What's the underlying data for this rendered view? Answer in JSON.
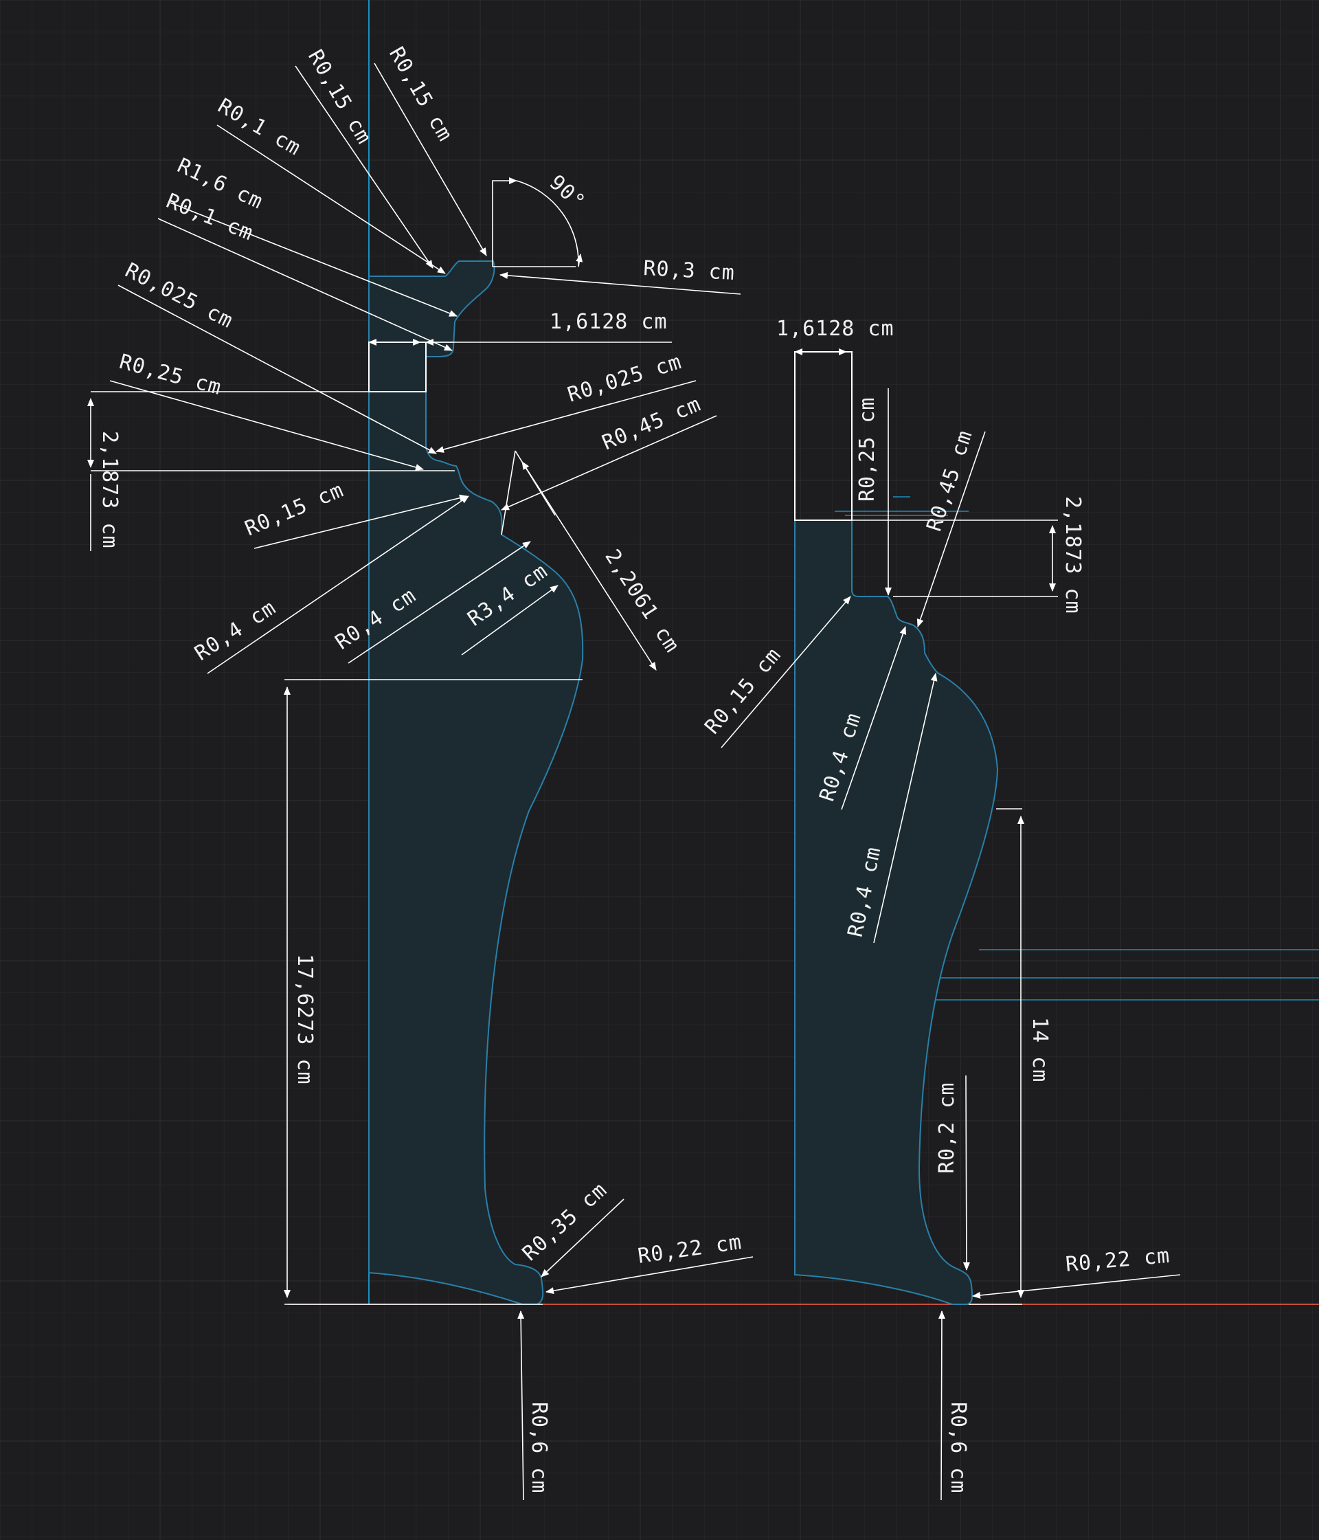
{
  "colors": {
    "background": "#1d1d1f",
    "grid_minor": "#262628",
    "grid_major": "#2f2f32",
    "profile_fill": "#1b2b31",
    "profile_stroke": "#2a7fa8",
    "guide_line": "#1a8fc0",
    "ground_line": "#c44f3a",
    "dimension": "#ffffff"
  },
  "left_profile": {
    "labels": {
      "r_015_a": "R0,15 cm",
      "r_015_b": "R0,15 cm",
      "r_01_a": "R0,1 cm",
      "r_16": "R1,6 cm",
      "r_01_b": "R0,1 cm",
      "r_0025_a": "R0,025 cm",
      "r_025": "R0,25 cm",
      "angle_90": "90°",
      "r_03": "R0,3 cm",
      "width_16128": "1,6128 cm",
      "r_0025_b": "R0,025 cm",
      "r_045": "R0,45 cm",
      "height_21873": "2,1873 cm",
      "r_015_c": "R0,15 cm",
      "r_04_a": "R0,4 cm",
      "r_04_b": "R0,4 cm",
      "r_34": "R3,4 cm",
      "len_22061": "2,2061 cm",
      "height_176273": "17,6273 cm",
      "r_035": "R0,35 cm",
      "r_022": "R0,22 cm",
      "r_06": "R0,6 cm"
    }
  },
  "right_profile": {
    "labels": {
      "width_16128": "1,6128 cm",
      "r_025": "R0,25 cm",
      "r_045": "R0,45 cm",
      "height_21873": "2,1873 cm",
      "r_015": "R0,15 cm",
      "r_04_a": "R0,4 cm",
      "r_04_b": "R0,4 cm",
      "height_14": "14 cm",
      "r_02": "R0,2 cm",
      "r_022": "R0,22 cm",
      "r_06": "R0,6 cm"
    }
  }
}
